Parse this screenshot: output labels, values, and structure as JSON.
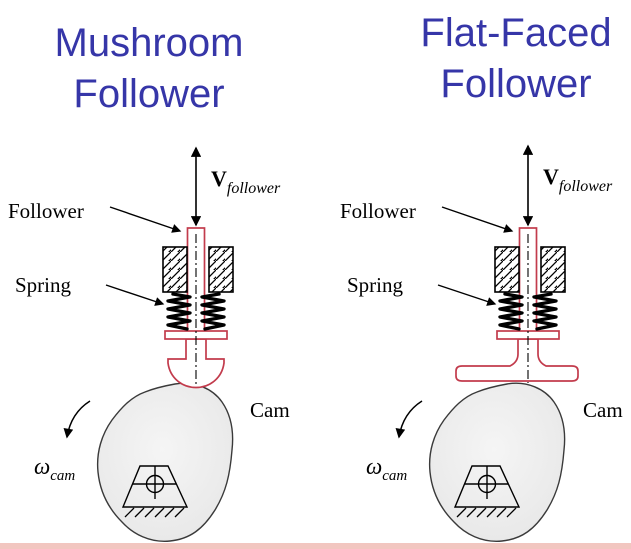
{
  "page": {
    "background": "#FFFFFF",
    "footer_bar_color": "#F2C6C0"
  },
  "left_diagram": {
    "type": "mushroom-follower",
    "title_line1": "Mushroom",
    "title_line2": "Follower"
  },
  "right_diagram": {
    "type": "flat-faced-follower",
    "title_line1": "Flat-Faced",
    "title_line2": "Follower"
  },
  "labels": {
    "velocity_symbol": "V",
    "velocity_subscript": "follower",
    "follower": "Follower",
    "spring": "Spring",
    "cam": "Cam",
    "omega_symbol": "ω",
    "omega_subscript": "cam"
  },
  "colors": {
    "title_blue": "#3636A8",
    "follower_red": "#C23B4C",
    "cam_fill": "#E8E8E8",
    "cam_outline": "#3A3A3A",
    "ink": "#000000",
    "footer_pink": "#F2C6C0"
  }
}
